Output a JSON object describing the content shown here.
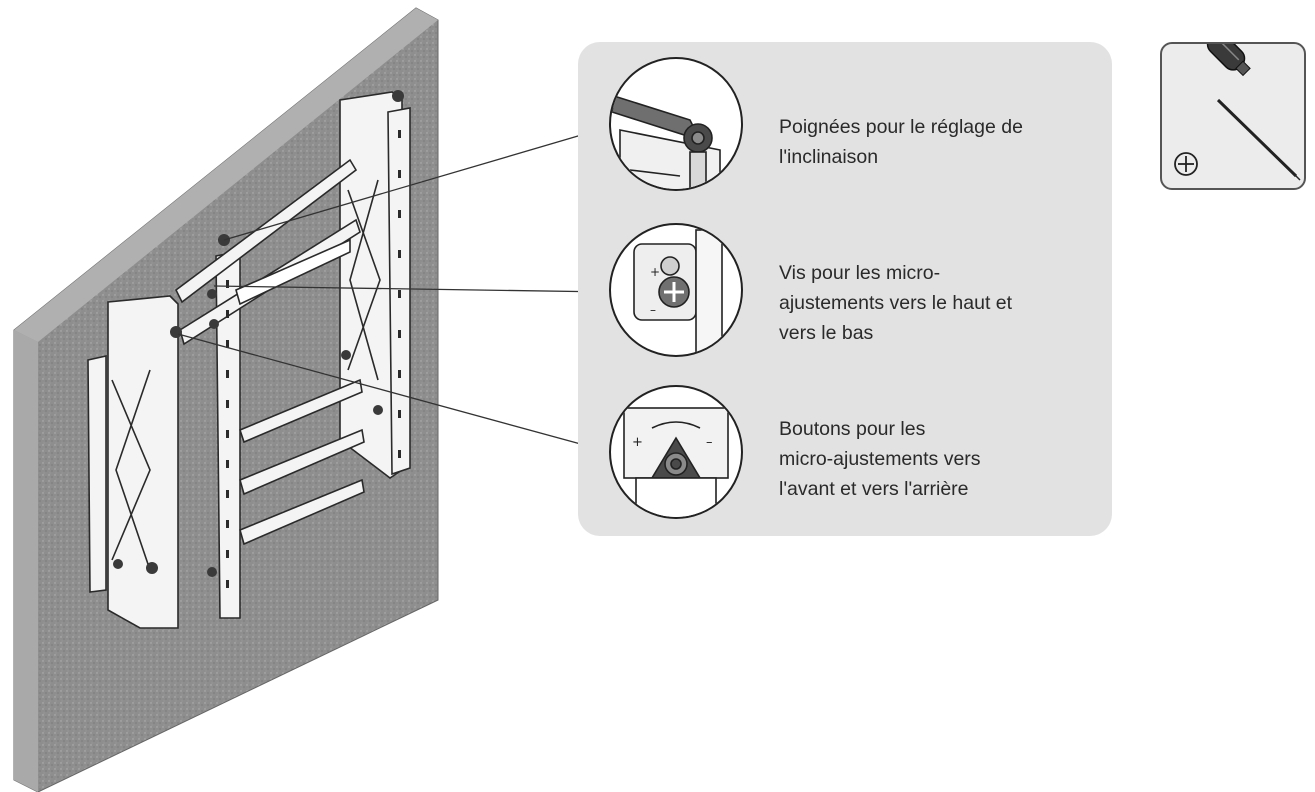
{
  "callouts": [
    {
      "id": "tilt-handles",
      "text": "Poignées pour le réglage de\n   l'inclinaison"
    },
    {
      "id": "micro-vertical-screws",
      "text": "Vis pour les micro-\najustements vers le haut et\nvers le bas"
    },
    {
      "id": "micro-depth-knobs",
      "text": "Boutons pour les\nmicro-ajustements vers\nl'avant et vers l'arrière"
    }
  ],
  "tool": {
    "icon": "phillips-screwdriver-icon",
    "symbol": "⊕"
  },
  "colors": {
    "wall": "#8c8c8c",
    "panel": "#e2e2e2",
    "line": "#333333",
    "bracket": "#f4f4f4"
  }
}
